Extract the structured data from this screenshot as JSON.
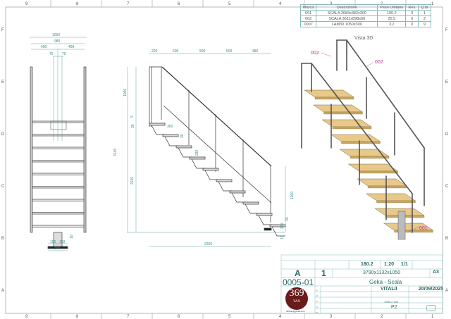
{
  "border": {
    "columns": [
      "9",
      "8",
      "7",
      "6",
      "5",
      "4",
      "3",
      "2",
      "1"
    ],
    "rows": [
      "F",
      "E",
      "D",
      "C",
      "B",
      "A"
    ]
  },
  "bom": {
    "headers": [
      "Marca",
      "Descrizione",
      "Peso Unitario",
      "Rev.",
      "Q.tà"
    ],
    "rows": [
      [
        "001",
        "SCALA 3084x382x300",
        "100.2",
        "0",
        "1"
      ],
      [
        "002",
        "SCALA 3611x898x60",
        "25.5",
        "0",
        "2"
      ],
      [
        "0007",
        "LAM30 1050x300",
        "3.2",
        "0",
        "9"
      ]
    ]
  },
  "views": {
    "front": {
      "dims": [
        "1050",
        "980",
        "490",
        "490",
        "75",
        "75",
        "150",
        "150",
        "300",
        "10"
      ]
    },
    "side": {
      "dims": [
        "220",
        "500",
        "500",
        "500",
        "480",
        "1000",
        "3145",
        "2140",
        "30",
        "5",
        "300",
        "30",
        "230",
        "1000",
        "230",
        "30",
        "10",
        "2250"
      ]
    },
    "iso": {
      "title": "Vista 3D",
      "callouts": [
        "002",
        "002",
        "001"
      ],
      "tread_color": "#e8c98a"
    }
  },
  "title_block": {
    "weight": "180.2",
    "scale": "1:20",
    "sheet": "1/1",
    "revision": "A",
    "quantity": "1",
    "dimensions": "3790x1132x1050",
    "format": "A3",
    "code": "0005-01",
    "description": "Geka - Scala",
    "author": "VITALII",
    "date": "20/09/2025",
    "material": "1050-2 (xx)",
    "page": "P2",
    "logo_text": "369",
    "logo_sub": "YAX",
    "logo_email": "369yax@gmail.com",
    "row_numbers": [
      "1",
      "2",
      "3",
      "4",
      "5"
    ]
  }
}
